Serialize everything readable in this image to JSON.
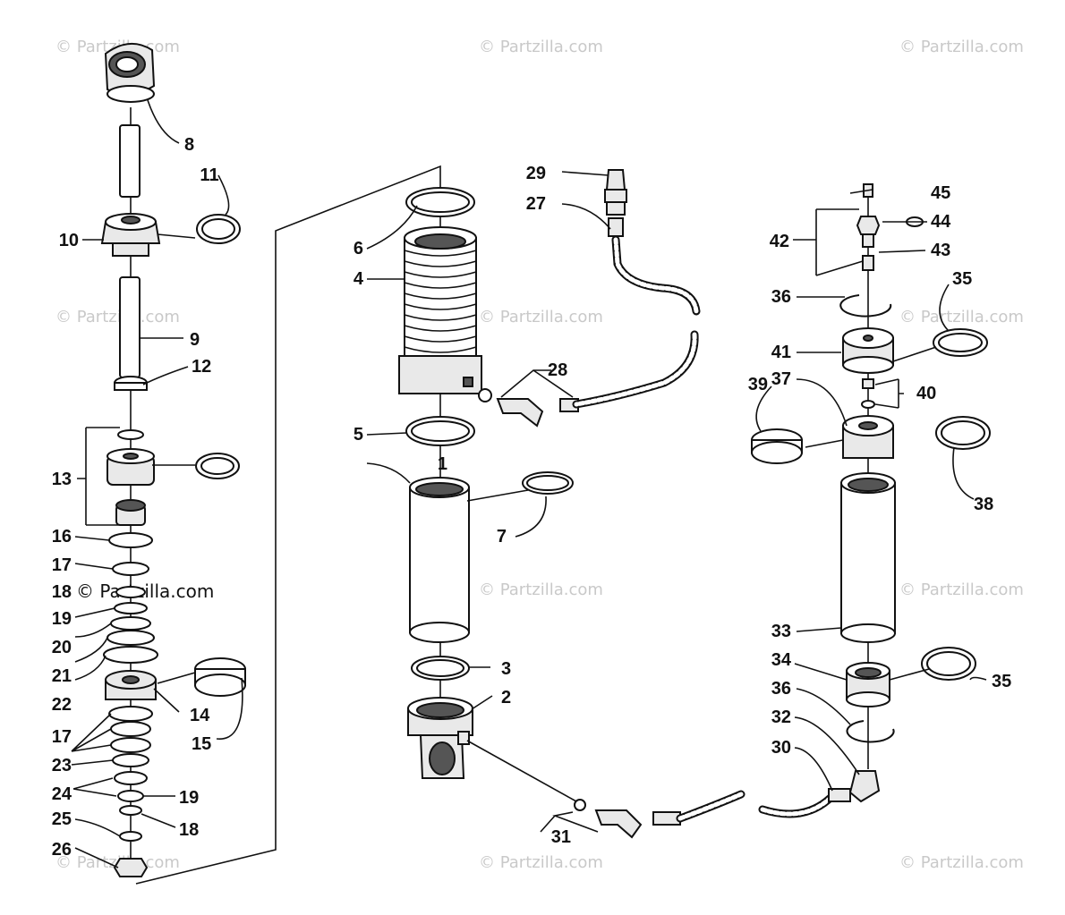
{
  "watermark": "© Partzilla.com",
  "callouts": [
    "1",
    "2",
    "3",
    "4",
    "5",
    "6",
    "7",
    "8",
    "9",
    "10",
    "11",
    "12",
    "13",
    "14",
    "15",
    "16",
    "17",
    "18",
    "19",
    "20",
    "21",
    "22",
    "23",
    "24",
    "25",
    "26",
    "27",
    "28",
    "29",
    "30",
    "31",
    "32",
    "33",
    "34",
    "35",
    "36",
    "37",
    "38",
    "39",
    "40",
    "41",
    "42",
    "43",
    "44",
    "45"
  ]
}
